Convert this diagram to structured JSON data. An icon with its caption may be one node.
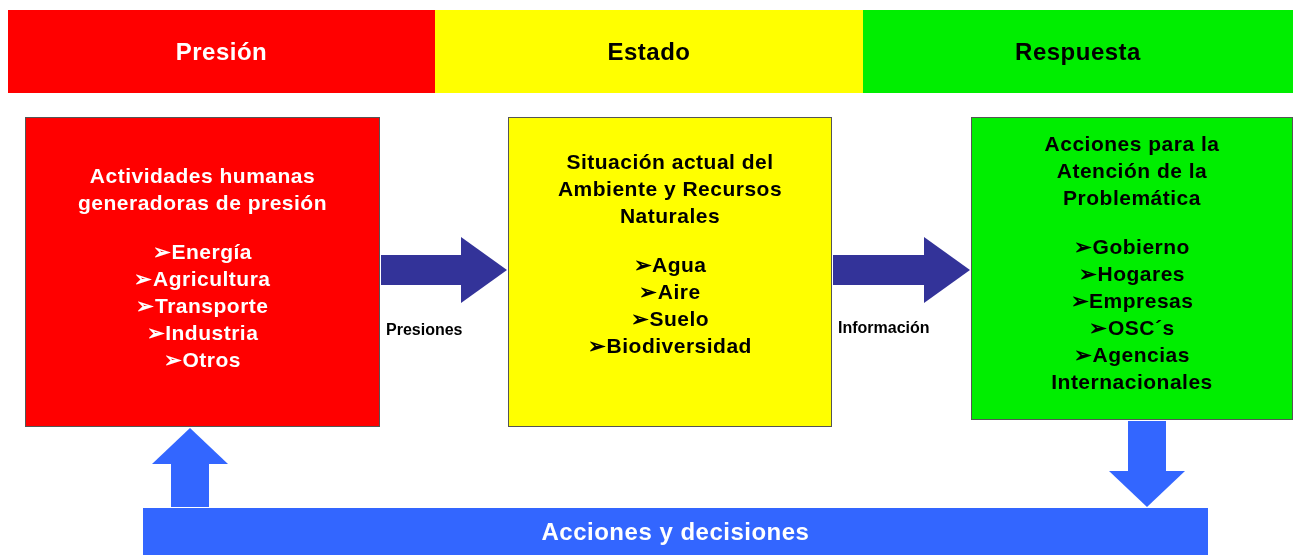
{
  "diagram": {
    "nodes": [
      {
        "text": [
          "Presión"
        ]
      },
      {
        "text": [
          "Estado"
        ]
      },
      {
        "text": [
          "Respuesta"
        ]
      },
      {
        "text": [
          "Actividades humanas generadoras de presión",
          "➢Energía",
          "➢Agricultura",
          "➢Transporte",
          "➢Industria",
          "➢Otros"
        ]
      },
      {
        "text": [
          "Situación actual del Ambiente y Recursos Naturales",
          "➢Agua",
          "➢Aire",
          "➢Suelo",
          "➢Biodiversidad"
        ]
      },
      {
        "text": [
          "Acciones para la Atención de la Problemática",
          "➢Gobierno",
          "➢Hogares",
          "➢Empresas",
          "➢OSC´s",
          "➢Agencias Internacionales"
        ]
      },
      {
        "text": [
          "Acciones y decisiones"
        ]
      }
    ],
    "edges": [
      {
        "from": 3,
        "to": 4,
        "arrow": "to",
        "label": "Presiones"
      },
      {
        "from": 4,
        "to": 5,
        "arrow": "to",
        "label": "Información"
      },
      {
        "from": 5,
        "to": 6,
        "arrow": "to",
        "color": "#3366ff"
      },
      {
        "from": 6,
        "to": 3,
        "arrow": "to",
        "color": "#3366ff"
      }
    ]
  }
}
